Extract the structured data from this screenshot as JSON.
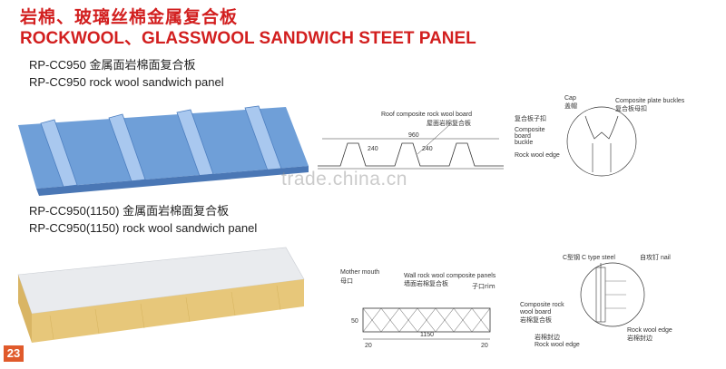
{
  "header": {
    "title_cn": "岩棉、玻璃丝棉金属复合板",
    "title_en": "ROCKWOOL、GLASSWOOL SANDWICH STEET PANEL"
  },
  "product1": {
    "caption_cn": "RP-CC950 金属面岩棉面复合板",
    "caption_en": "RP-CC950 rock wool sandwich panel",
    "diagram": {
      "board_label_en": "Roof composite rock wool board",
      "board_label_cn": "屋面岩棉复合板",
      "dim_total": "960",
      "dim_a": "240",
      "dim_b": "240",
      "cap_en": "Cap",
      "cap_cn": "盖帽",
      "buckle_en": "Composite plate buckles",
      "buckle_cn": "复合板母扣",
      "zikou_cn": "复合板子扣",
      "board_buckle_en_1": "Composite",
      "board_buckle_en_2": "board",
      "board_buckle_en_3": "buckle",
      "edge_en": "Rock wool edge"
    }
  },
  "product2": {
    "caption_cn": "RP-CC950(1150) 金属面岩棉面复合板",
    "caption_en": "RP-CC950(1150) rock wool sandwich panel",
    "diagram": {
      "mother_en": "Mother mouth",
      "mother_cn": "母口",
      "wall_en": "Wall rock wool composite panels",
      "wall_cn": "墙面岩棉复合板",
      "zikou_en": "子口rim",
      "dim_thick": "50",
      "dim_width": "1150",
      "dim_left": "20",
      "dim_right": "20",
      "ctype_en": "C型钢  C type steel",
      "nail_en": "自攻钉 nail",
      "comp_en_1": "Composite rock",
      "comp_en_2": "wool board",
      "comp_cn": "岩棉复合板",
      "edge_cn": "岩棉封边",
      "edge_en": "Rock wool edge",
      "edge2_en": "Rock wool edge",
      "edge2_cn": "岩棉封边"
    }
  },
  "watermark": "trade.china.cn",
  "page_number": "23",
  "colors": {
    "title": "#d21f1f",
    "panel_blue": "#6f9fd8",
    "panel_core": "#e8c97a",
    "page_badge": "#e05a2b"
  }
}
